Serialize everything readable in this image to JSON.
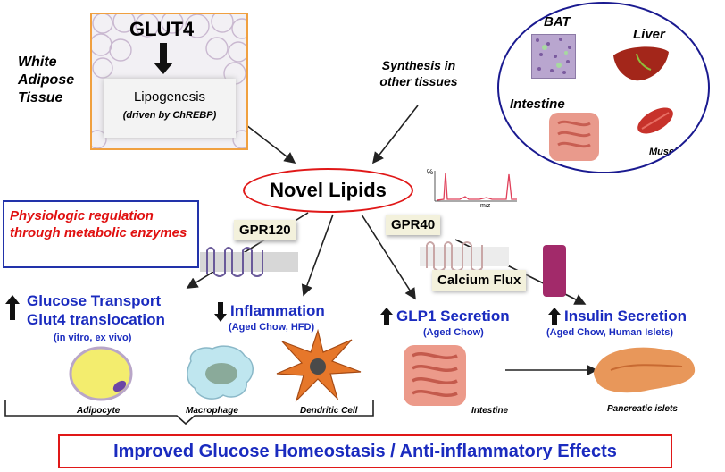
{
  "colors": {
    "blue_text": "#1a2bbf",
    "red_text": "#e01010",
    "ellipse_red": "#e01818",
    "circle_navy": "#1a1a90",
    "wat_border": "#f0a040"
  },
  "wat": {
    "label": "White Adipose Tissue",
    "glut4": "GLUT4",
    "lipogenesis": "Lipogenesis",
    "driven": "(driven by ChREBP)"
  },
  "synthesis": "Synthesis in other tissues",
  "organs": {
    "bat": "BAT",
    "liver": "Liver",
    "intestine": "Intestine",
    "muscle": "Muscle"
  },
  "novel_lipids": "Novel Lipids",
  "ms_axis": {
    "y": "%",
    "x": "m/z"
  },
  "regulation": "Physiologic regulation through metabolic enzymes",
  "receptors": {
    "gpr120": "GPR120",
    "gpr40": "GPR40",
    "calcium_flux": "Calcium Flux"
  },
  "effects": {
    "glucose_title": "Glucose Transport",
    "glucose_sub": "Glut4 translocation",
    "glucose_cond": "(in vitro, ex vivo)",
    "inflammation_title": "Inflammation",
    "inflammation_cond": "(Aged Chow, HFD)",
    "glp1_title": "GLP1 Secretion",
    "glp1_cond": "(Aged Chow)",
    "insulin_title": "Insulin Secretion",
    "insulin_cond": "(Aged Chow, Human Islets)"
  },
  "cells": {
    "adipocyte": "Adipocyte",
    "macrophage": "Macrophage",
    "dendritic": "Dendritic Cell",
    "intestine": "Intestine",
    "islets": "Pancreatic islets"
  },
  "bottom": "Improved Glucose Homeostasis / Anti-inflammatory Effects"
}
